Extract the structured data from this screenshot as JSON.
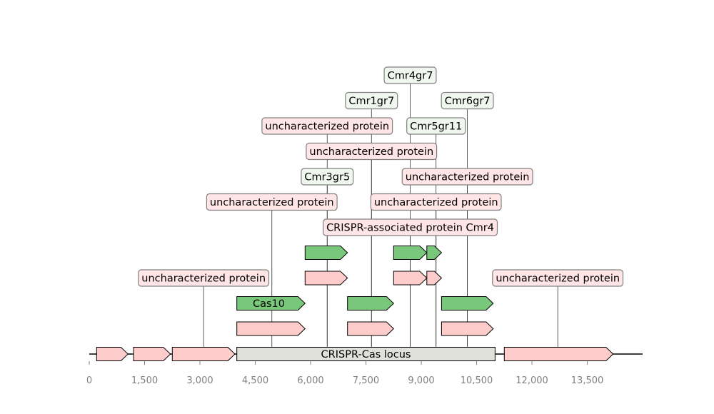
{
  "colors": {
    "pink_fill": "#ffcccc",
    "green_fill": "#79c77a",
    "locus_fill": "#e1e1dc",
    "stroke": "#000000",
    "pink_box": "#ffe5e5",
    "green_box": "#eff7ee",
    "box_border": "#808080",
    "tick_color": "#808080"
  },
  "axis": {
    "ticks": [
      0,
      1500,
      3000,
      4500,
      6000,
      7500,
      9000,
      10500,
      12000,
      13500
    ],
    "tick_labels": [
      "0",
      "1,500",
      "3,000",
      "4,500",
      "6,000",
      "7,500",
      "9,000",
      "10,500",
      "12,000",
      "13,500"
    ],
    "range": [
      0,
      15000
    ]
  },
  "locus": {
    "label": "CRISPR-Cas locus",
    "start": 4000,
    "end": 11000
  },
  "features": [
    {
      "start": 200,
      "end": 1050,
      "level": 0,
      "color": "pink"
    },
    {
      "start": 1200,
      "end": 2200,
      "level": 0,
      "color": "pink"
    },
    {
      "start": 2250,
      "end": 3950,
      "level": 0,
      "color": "pink"
    },
    {
      "start": 11250,
      "end": 14200,
      "level": 0,
      "color": "pink"
    },
    {
      "start": 4000,
      "end": 5850,
      "level": 1,
      "color": "pink"
    },
    {
      "start": 7000,
      "end": 8250,
      "level": 1,
      "color": "pink"
    },
    {
      "start": 9550,
      "end": 10950,
      "level": 1,
      "color": "pink"
    },
    {
      "start": 4000,
      "end": 5850,
      "level": 2,
      "color": "green",
      "label": "Cas10"
    },
    {
      "start": 7000,
      "end": 8250,
      "level": 2,
      "color": "green"
    },
    {
      "start": 9550,
      "end": 10950,
      "level": 2,
      "color": "green"
    },
    {
      "start": 5850,
      "end": 7000,
      "level": 3,
      "color": "pink"
    },
    {
      "start": 8250,
      "end": 9150,
      "level": 3,
      "color": "pink"
    },
    {
      "start": 9150,
      "end": 9550,
      "level": 3,
      "color": "pink"
    },
    {
      "start": 5850,
      "end": 7000,
      "level": 4,
      "color": "green"
    },
    {
      "start": 8250,
      "end": 9150,
      "level": 4,
      "color": "green"
    },
    {
      "start": 9150,
      "end": 9550,
      "level": 4,
      "color": "green"
    }
  ],
  "annotations": [
    {
      "text": "uncharacterized protein",
      "at": 3100,
      "level": 3,
      "kind": "pink"
    },
    {
      "text": "uncharacterized protein",
      "at": 12700,
      "level": 3,
      "kind": "pink"
    },
    {
      "text": "CRISPR-associated protein Cmr4",
      "at": 8700,
      "level": 5,
      "kind": "pink"
    },
    {
      "text": "uncharacterized protein",
      "at": 4950,
      "level": 6,
      "kind": "pink"
    },
    {
      "text": "uncharacterized protein",
      "at": 9400,
      "level": 6,
      "kind": "pink"
    },
    {
      "text": "Cmr3gr5",
      "at": 6450,
      "level": 7,
      "kind": "green"
    },
    {
      "text": "uncharacterized protein",
      "at": 10250,
      "level": 7,
      "kind": "pink"
    },
    {
      "text": "uncharacterized protein",
      "at": 7650,
      "level": 8,
      "kind": "pink"
    },
    {
      "text": "uncharacterized protein",
      "at": 6450,
      "level": 9,
      "kind": "pink"
    },
    {
      "text": "Cmr5gr11",
      "at": 9400,
      "level": 9,
      "kind": "green"
    },
    {
      "text": "Cmr1gr7",
      "at": 7650,
      "level": 10,
      "kind": "green"
    },
    {
      "text": "Cmr6gr7",
      "at": 10250,
      "level": 10,
      "kind": "green"
    },
    {
      "text": "Cmr4gr7",
      "at": 8700,
      "level": 11,
      "kind": "green"
    }
  ]
}
